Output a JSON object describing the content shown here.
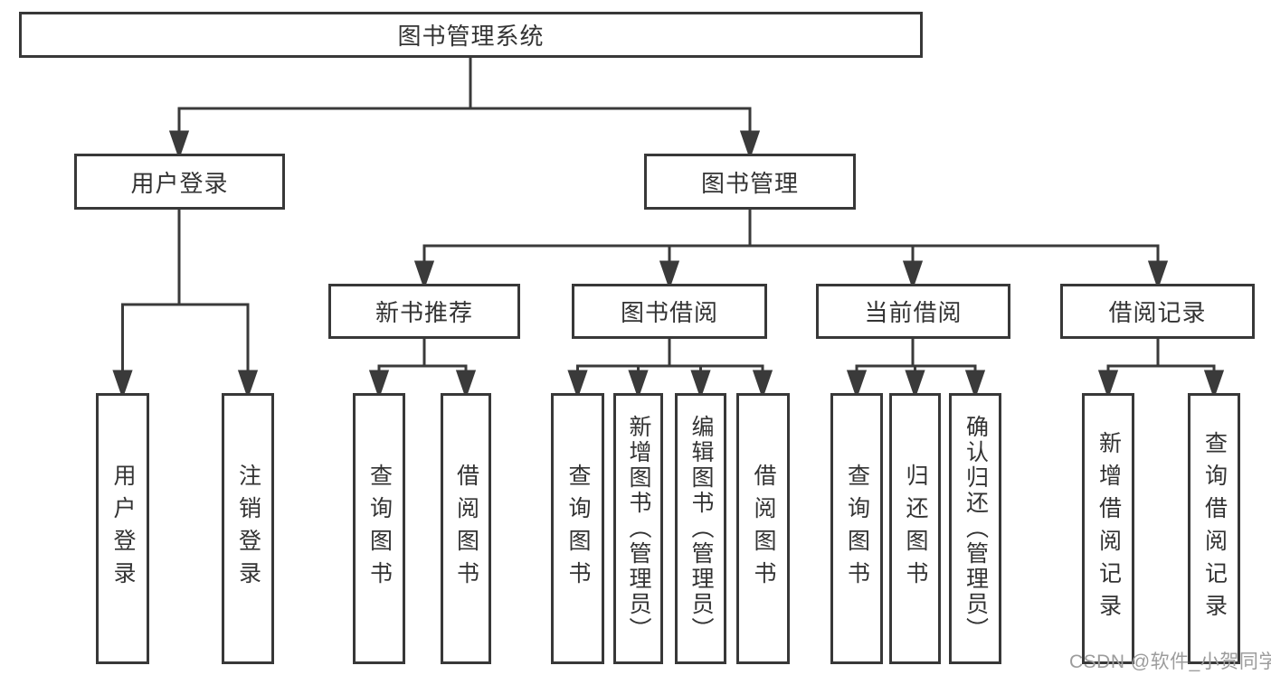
{
  "tree": {
    "label": "图书管理系统",
    "children": [
      {
        "label": "用户登录",
        "children": [
          {
            "label": "用户登录"
          },
          {
            "label": "注销登录"
          }
        ]
      },
      {
        "label": "图书管理",
        "children": [
          {
            "label": "新书推荐",
            "children": [
              {
                "label": "查询图书"
              },
              {
                "label": "借阅图书"
              }
            ]
          },
          {
            "label": "图书借阅",
            "children": [
              {
                "label": "查询图书"
              },
              {
                "label": "新增图书（管理员）"
              },
              {
                "label": "编辑图书（管理员）"
              },
              {
                "label": "借阅图书"
              }
            ]
          },
          {
            "label": "当前借阅",
            "children": [
              {
                "label": "查询图书"
              },
              {
                "label": "归还图书"
              },
              {
                "label": "确认归还（管理员）"
              }
            ]
          },
          {
            "label": "借阅记录",
            "children": [
              {
                "label": "新增借阅记录"
              },
              {
                "label": "查询借阅记录"
              }
            ]
          }
        ]
      }
    ]
  },
  "watermark": "CSDN @软件_小贺同学",
  "colors": {
    "line": "#3a3a3a",
    "box_border": "#383838",
    "text": "#333333",
    "watermark": "#9c9c9c",
    "background": "#ffffff"
  }
}
